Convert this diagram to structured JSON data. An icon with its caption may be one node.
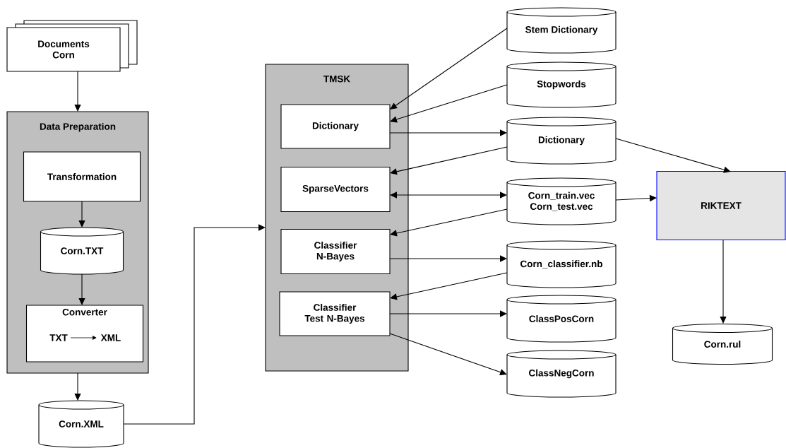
{
  "diagram": {
    "nodes": [
      {
        "text": [
          "Documents Corn"
        ]
      },
      {
        "text": [
          "Data Preparation"
        ]
      },
      {
        "text": [
          "Transformation"
        ],
        "in": 1
      },
      {
        "text": [
          "Corn.TXT"
        ],
        "in": 1
      },
      {
        "text": [
          "Converter",
          "TXT",
          "XML"
        ],
        "in": 1
      },
      {
        "text": [
          "Corn.XML"
        ]
      },
      {
        "text": [
          "TMSK"
        ]
      },
      {
        "text": [
          "Dictionary"
        ],
        "in": 6
      },
      {
        "text": [
          "SparseVectors"
        ],
        "in": 6
      },
      {
        "text": [
          "Classifier N-Bayes"
        ],
        "in": 6
      },
      {
        "text": [
          "Classifier Test N-Bayes"
        ],
        "in": 6
      },
      {
        "text": [
          "Stem Dictionary"
        ]
      },
      {
        "text": [
          "Stopwords"
        ]
      },
      {
        "text": [
          "Dictionary"
        ]
      },
      {
        "text": [
          "Corn_train.vec Corn_test.vec"
        ]
      },
      {
        "text": [
          "Corn_classifier.nb"
        ]
      },
      {
        "text": [
          "ClassPosCorn"
        ]
      },
      {
        "text": [
          "ClassNegCorn"
        ]
      },
      {
        "text": [
          "RIKTEXT"
        ]
      },
      {
        "text": [
          "Corn.rul"
        ]
      }
    ],
    "edges": [
      {
        "from": 0,
        "to": 1,
        "arrow": "to"
      },
      {
        "from": 2,
        "to": 3,
        "arrow": "to"
      },
      {
        "from": 3,
        "to": 4,
        "arrow": "to"
      },
      {
        "from": 1,
        "to": 5,
        "arrow": "to"
      },
      {
        "from": 5,
        "to": 6,
        "arrow": "to"
      },
      {
        "from": 11,
        "to": 7,
        "arrow": "to"
      },
      {
        "from": 12,
        "to": 7,
        "arrow": "to"
      },
      {
        "from": 7,
        "to": 13,
        "arrow": "to"
      },
      {
        "from": 13,
        "to": 8,
        "arrow": "to"
      },
      {
        "from": 8,
        "to": 14,
        "arrow": "both"
      },
      {
        "from": 14,
        "to": 9,
        "arrow": "to"
      },
      {
        "from": 9,
        "to": 15,
        "arrow": "to"
      },
      {
        "from": 15,
        "to": 10,
        "arrow": "to"
      },
      {
        "from": 10,
        "to": 16,
        "arrow": "to"
      },
      {
        "from": 10,
        "to": 17,
        "arrow": "to"
      },
      {
        "from": 13,
        "to": 18,
        "arrow": "to"
      },
      {
        "from": 14,
        "to": 18,
        "arrow": "to"
      },
      {
        "from": 18,
        "to": 19,
        "arrow": "to"
      }
    ]
  }
}
